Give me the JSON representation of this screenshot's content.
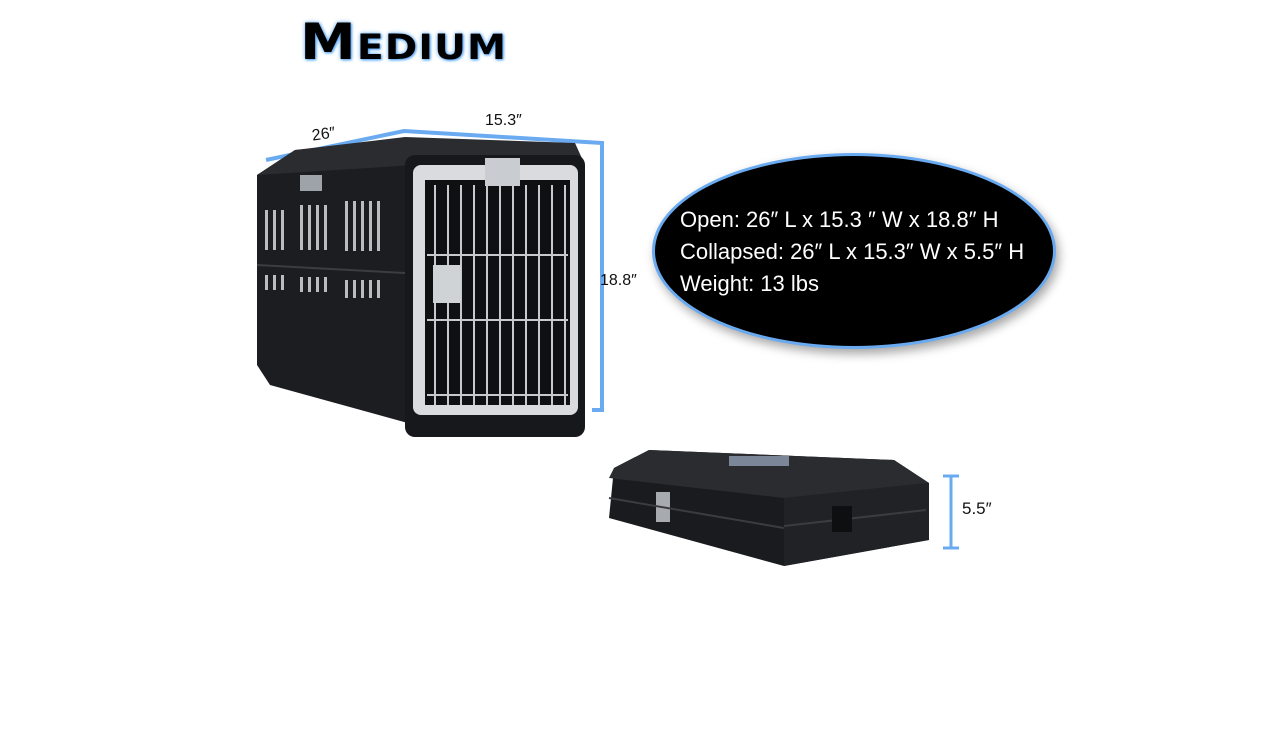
{
  "title": "Medium",
  "open_crate": {
    "dimensions": {
      "length_label": "26″",
      "width_label": "15.3″",
      "height_label": "18.8″"
    }
  },
  "specs": {
    "open": "Open: 26″ L x 15.3 ″ W x 18.8″ H",
    "collapsed": "Collapsed: 26″ L x 15.3″  W x 5.5″ H",
    "weight": "Weight: 13 lbs"
  },
  "collapsed_crate": {
    "height_label": "5.5″"
  },
  "colors": {
    "accent_blue": "#6aaaf0",
    "crate_body": "#1c1d20",
    "door_frame": "#d9dbde"
  }
}
